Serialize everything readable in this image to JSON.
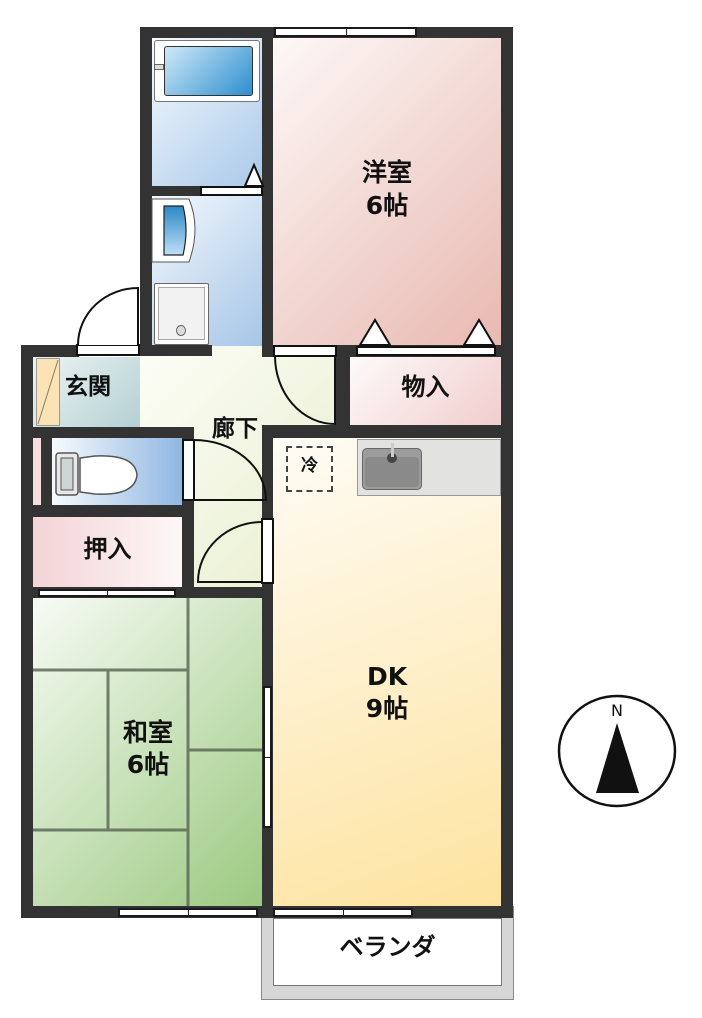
{
  "floorplan": {
    "rooms": [
      {
        "id": "western-room",
        "name": "洋室",
        "size": "6帖",
        "color_from": "#fbf3f1",
        "color_to": "#e9bdb5"
      },
      {
        "id": "storage",
        "name": "物入",
        "color_from": "#fdf7f7",
        "color_to": "#f2cfcf"
      },
      {
        "id": "entrance",
        "name": "玄関",
        "color_from": "#e8f1f1",
        "color_to": "#b9d4d6"
      },
      {
        "id": "hallway",
        "name": "廊下",
        "color_from": "#fbfcf4",
        "color_to": "#eef3d8"
      },
      {
        "id": "closet",
        "name": "押入",
        "color_from": "#f4d6d9",
        "color_to": "#fdf6f6"
      },
      {
        "id": "japanese-room",
        "name": "和室",
        "size": "6帖",
        "color_from": "#f6faf4",
        "color_to": "#9ecb84"
      },
      {
        "id": "dining-kitchen",
        "name": "DK",
        "size": "9帖",
        "color_from": "#fffaf0",
        "color_to": "#fde3a0"
      },
      {
        "id": "balcony",
        "name": "ベランダ"
      },
      {
        "id": "bathroom",
        "color_from": "#f4f8fd",
        "color_to": "#a9c9e9"
      },
      {
        "id": "washroom",
        "color_from": "#eef4fb",
        "color_to": "#a9c9e9"
      },
      {
        "id": "toilet",
        "color_from": "#f4f8fd",
        "color_to": "#8fb8e2"
      }
    ],
    "fixtures": {
      "refrigerator_label": "冷"
    },
    "compass": {
      "label": "N"
    },
    "colors": {
      "wall": "#333333",
      "sink": "#a0a0a0",
      "counter": "#e2e2e0",
      "balcony_rail": "#d4d4d4"
    }
  }
}
